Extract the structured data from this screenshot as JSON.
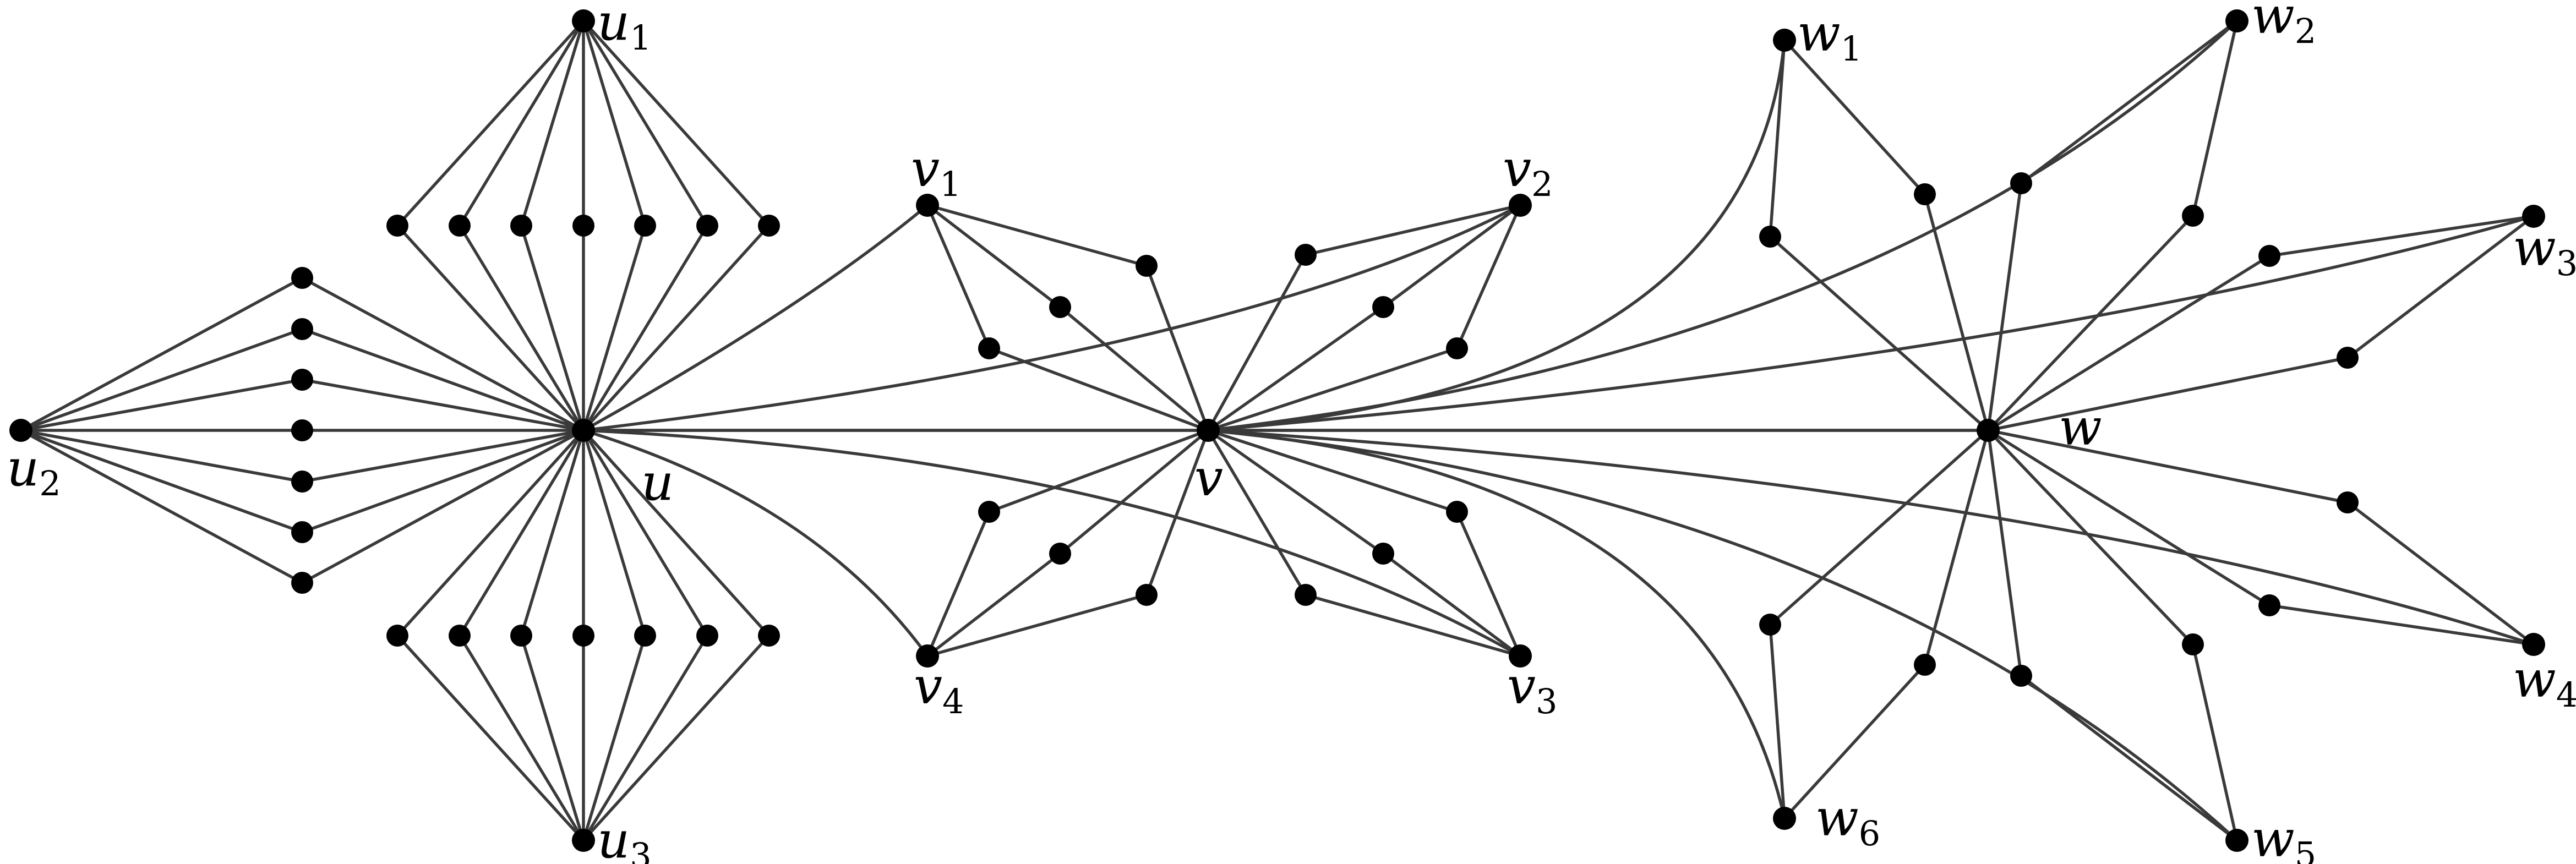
{
  "graph": {
    "labels": {
      "u": "u",
      "u1": "u1",
      "u2": "u2",
      "u3": "u3",
      "v": "v",
      "v1": "v1",
      "v2": "v2",
      "v3": "v3",
      "v4": "v4",
      "w": "w",
      "w1": "w1",
      "w2": "w2",
      "w3": "w3",
      "w4": "w4",
      "w5": "w5",
      "w6": "w6"
    },
    "edges": [
      [
        "u",
        "v"
      ],
      [
        "v",
        "w"
      ],
      [
        "u",
        "w"
      ],
      [
        "u",
        "v1"
      ],
      [
        "u",
        "v2"
      ],
      [
        "u",
        "v3"
      ],
      [
        "u",
        "v4"
      ],
      [
        "v",
        "w1"
      ],
      [
        "v",
        "w2"
      ],
      [
        "v",
        "w3"
      ],
      [
        "v",
        "w4"
      ],
      [
        "v",
        "w5"
      ],
      [
        "v",
        "w6"
      ]
    ],
    "subdivided": [
      {
        "a": "u",
        "b": "u1",
        "count": 7
      },
      {
        "a": "u",
        "b": "u2",
        "count": 7
      },
      {
        "a": "u",
        "b": "u3",
        "count": 7
      },
      {
        "a": "v",
        "b": "v1",
        "count": 3
      },
      {
        "a": "v",
        "b": "v2",
        "count": 3
      },
      {
        "a": "v",
        "b": "v3",
        "count": 3
      },
      {
        "a": "v",
        "b": "v4",
        "count": 3
      },
      {
        "a": "w",
        "b": "w1",
        "count": 2
      },
      {
        "a": "w",
        "b": "w2",
        "count": 2
      },
      {
        "a": "w",
        "b": "w3",
        "count": 2
      },
      {
        "a": "w",
        "b": "w4",
        "count": 2
      },
      {
        "a": "w",
        "b": "w5",
        "count": 2
      },
      {
        "a": "w",
        "b": "w6",
        "count": 2
      }
    ]
  }
}
